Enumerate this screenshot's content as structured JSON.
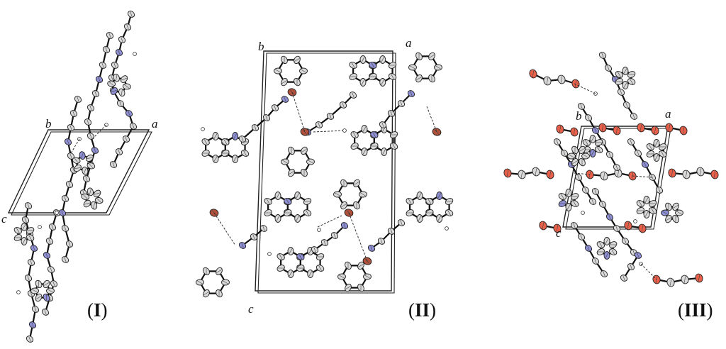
{
  "panels": [
    {
      "id": "I",
      "label": "I",
      "axes": {
        "a": "a",
        "b": "b",
        "c": "c"
      }
    },
    {
      "id": "II",
      "label": "II",
      "axes": {
        "a": "a",
        "b": "b",
        "c": "c"
      }
    },
    {
      "id": "III",
      "label": "III",
      "axes": {
        "a": "a",
        "b": "b",
        "c": "c"
      }
    }
  ],
  "colors": {
    "carbon": "#d9d9d9",
    "nitrogen": "#8f8fd6",
    "oxygen_ii": "#b0503a",
    "oxygen_iii": "#e8604a",
    "hydrogen": "#ffffff",
    "bond": "#111111",
    "cell": "#222222"
  }
}
